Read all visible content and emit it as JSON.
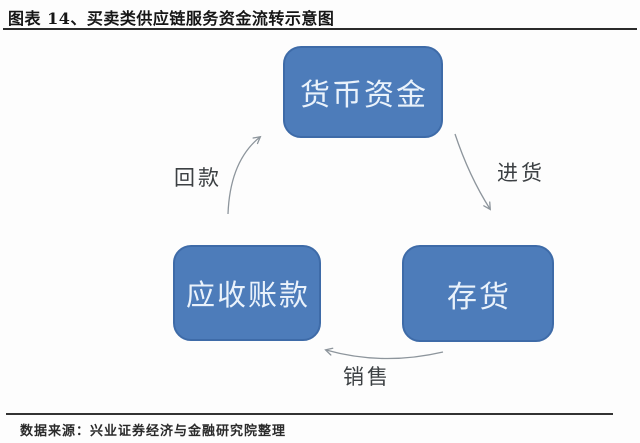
{
  "figure": {
    "title": "图表 14、买卖类供应链服务资金流转示意图",
    "source": "数据来源：兴业证券经济与金融研究院整理"
  },
  "diagram": {
    "type": "cycle-flow",
    "nodes": {
      "money": {
        "label": "货币资金"
      },
      "receivables": {
        "label": "应收账款"
      },
      "inventory": {
        "label": "存货"
      }
    },
    "flows": {
      "purchase": {
        "label": "进货",
        "from": "货币资金",
        "to": "存货"
      },
      "sale": {
        "label": "销售",
        "from": "存货",
        "to": "应收账款"
      },
      "collection": {
        "label": "回款",
        "from": "应收账款",
        "to": "货币资金"
      }
    }
  },
  "colors": {
    "node_fill": "#4d7cba",
    "node_border": "#3e6ba8",
    "node_text": "#eaf2fb",
    "arrow": "#8d959c",
    "title_text": "#161616"
  }
}
